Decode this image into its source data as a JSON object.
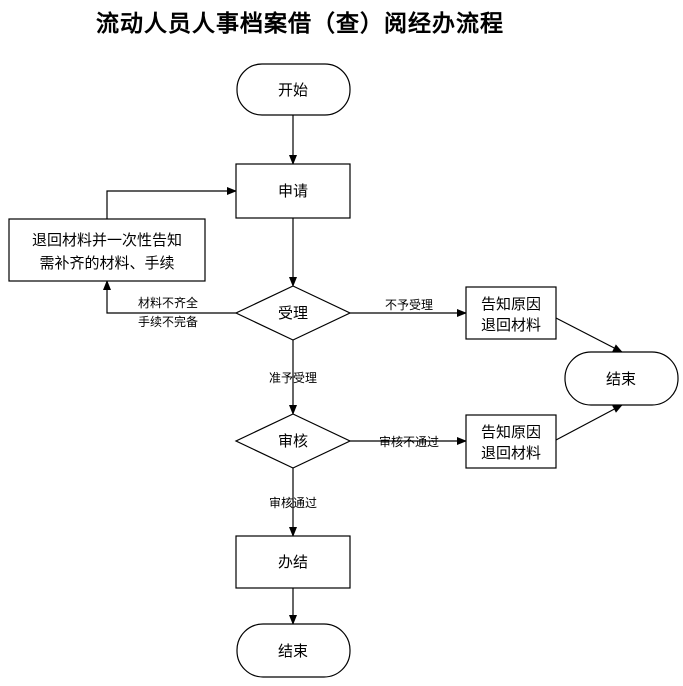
{
  "title": "流动人员人事档案借（查）阅经办流程",
  "nodes": {
    "start": "开始",
    "apply": "申请",
    "return_notice_line1": "退回材料并一次性告知",
    "return_notice_line2": "需补齐的材料、手续",
    "accept": "受理",
    "reject_notice_line1": "告知原因",
    "reject_notice_line2": "退回材料",
    "end_right": "结束",
    "review": "审核",
    "review_reject_line1": "告知原因",
    "review_reject_line2": "退回材料",
    "complete": "办结",
    "end_bottom": "结束"
  },
  "edges": {
    "incomplete_line1": "材料不齐全",
    "incomplete_line2": "手续不完备",
    "not_accepted": "不予受理",
    "accepted": "准予受理",
    "review_failed": "审核不通过",
    "review_passed": "审核通过"
  }
}
